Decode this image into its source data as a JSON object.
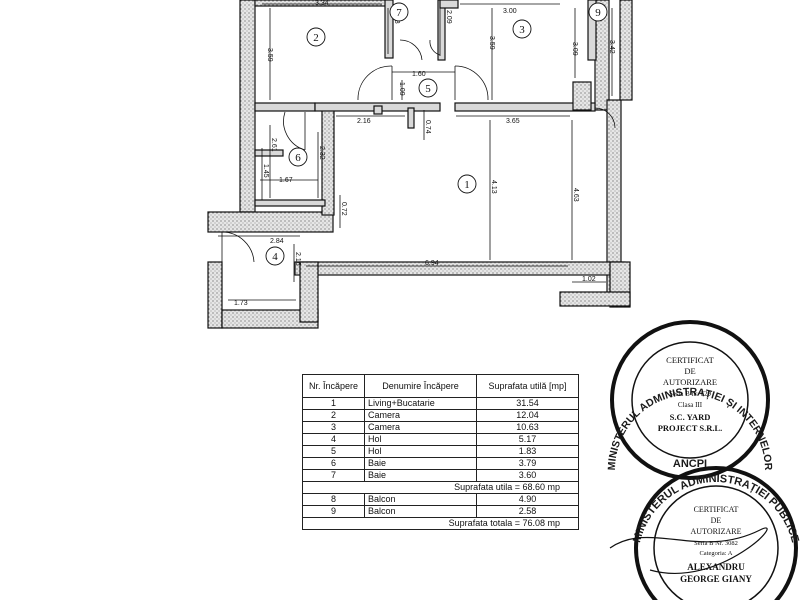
{
  "rooms": [
    "1",
    "2",
    "3",
    "4",
    "5",
    "6",
    "7",
    "8",
    "9"
  ],
  "dimensions": {
    "top_left": "3.34",
    "left_v": "3.59",
    "v238": "2.38",
    "v209": "2.09",
    "top_mid": "3.00",
    "v359b": "3.59",
    "v309": "3.09",
    "v342": "3.42",
    "hall": "1.60",
    "v109": "1.09",
    "h216": "2.16",
    "v074": "0.74",
    "h365": "3.65",
    "v261": "2.61",
    "v232": "2.32",
    "v145": "1.45",
    "h167": "1.67",
    "v413": "4.13",
    "v463": "4.63",
    "v072": "0.72",
    "h284": "2.84",
    "v216": "2.16",
    "h694": "6.94",
    "h102": "1.02",
    "h173": "1.73"
  },
  "table": {
    "headers": [
      "Nr. Încăpere",
      "Denumire Încăpere",
      "Suprafata utilă [mp]"
    ],
    "rows_a": [
      [
        "1",
        "Living+Bucatarie",
        "31.54"
      ],
      [
        "2",
        "Camera",
        "12.04"
      ],
      [
        "3",
        "Camera",
        "10.63"
      ],
      [
        "4",
        "Hol",
        "5.17"
      ],
      [
        "5",
        "Hol",
        "1.83"
      ],
      [
        "6",
        "Baie",
        "3.79"
      ],
      [
        "7",
        "Baie",
        "3.60"
      ]
    ],
    "summary_util": "Suprafata utila = 68.60 mp",
    "rows_b": [
      [
        "8",
        "Balcon",
        "4.90"
      ],
      [
        "9",
        "Balcon",
        "2.58"
      ]
    ],
    "summary_total": "Suprafata totala = 76.08 mp"
  },
  "stamp1": {
    "ring": "MINISTERUL ADMINISTRAȚIEI ȘI INTERNELOR",
    "bottom": "ANCPI",
    "lines": [
      "CERTIFICAT",
      "DE",
      "AUTORIZARE",
      "Seria B nr. 629",
      "Clasa III",
      "S.C. YARD",
      "PROJECT S.R.L."
    ]
  },
  "stamp2": {
    "ring": "MINISTERUL ADMINISTRAȚIEI PUBLICE",
    "lines": [
      "CERTIFICAT",
      "DE",
      "AUTORIZARE",
      "Seria B Nr. 3082",
      "Categoria: A",
      "ALEXANDRU",
      "GEORGE GIANY"
    ]
  }
}
